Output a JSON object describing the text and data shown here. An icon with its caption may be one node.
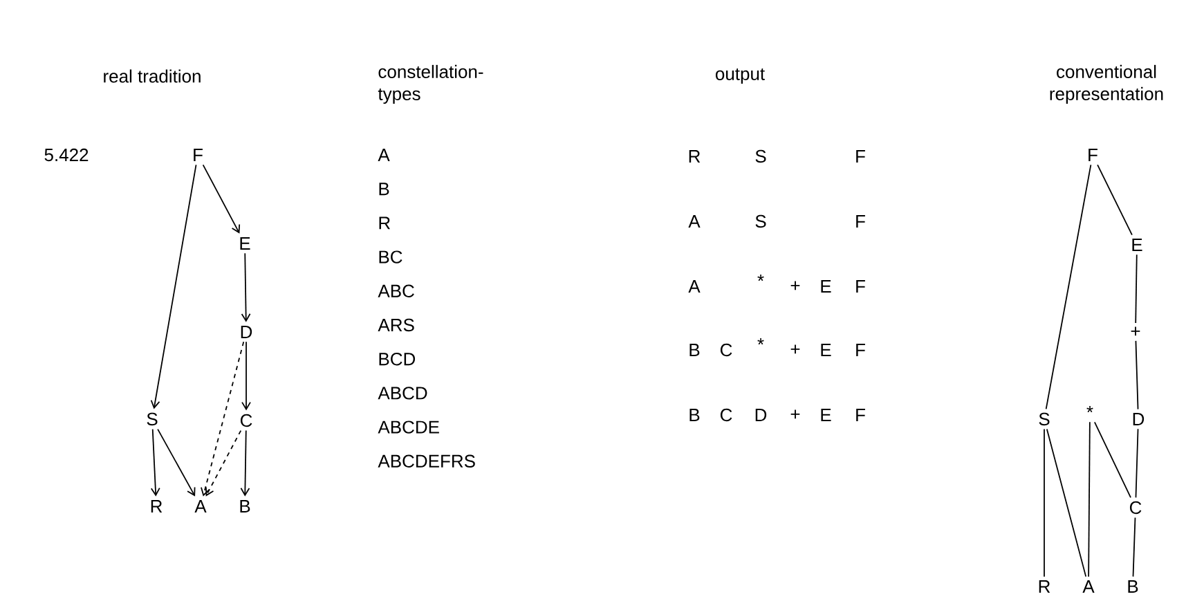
{
  "diagram": {
    "nodes": [
      {
        "text": [
          "F"
        ]
      },
      {
        "text": [
          "E"
        ]
      },
      {
        "text": [
          "D"
        ]
      },
      {
        "text": [
          "S"
        ]
      },
      {
        "text": [
          "C"
        ]
      },
      {
        "text": [
          "R"
        ]
      },
      {
        "text": [
          "A"
        ]
      },
      {
        "text": [
          "B"
        ]
      },
      {
        "text": [
          "F"
        ]
      },
      {
        "text": [
          "E"
        ]
      },
      {
        "text": [
          "+"
        ]
      },
      {
        "text": [
          "S"
        ]
      },
      {
        "text": [
          "*"
        ]
      },
      {
        "text": [
          "D"
        ]
      },
      {
        "text": [
          "C"
        ]
      },
      {
        "text": [
          "R"
        ]
      },
      {
        "text": [
          "A"
        ]
      },
      {
        "text": [
          "B"
        ]
      }
    ],
    "edges": [
      {
        "from": 0,
        "to": 3,
        "arrow": "to"
      },
      {
        "from": 0,
        "to": 1,
        "arrow": "to"
      },
      {
        "from": 1,
        "to": 2,
        "arrow": "to"
      },
      {
        "from": 2,
        "to": 4,
        "arrow": "to"
      },
      {
        "from": 2,
        "to": 6,
        "arrow": "to",
        "style": "dashed"
      },
      {
        "from": 3,
        "to": 5,
        "arrow": "to"
      },
      {
        "from": 3,
        "to": 6,
        "arrow": "to"
      },
      {
        "from": 4,
        "to": 6,
        "arrow": "to",
        "style": "dashed"
      },
      {
        "from": 4,
        "to": 7,
        "arrow": "to"
      },
      {
        "from": 8,
        "to": 11,
        "arrow": "none"
      },
      {
        "from": 8,
        "to": 9,
        "arrow": "none"
      },
      {
        "from": 9,
        "to": 10,
        "arrow": "none"
      },
      {
        "from": 10,
        "to": 13,
        "arrow": "none"
      },
      {
        "from": 11,
        "to": 15,
        "arrow": "none"
      },
      {
        "from": 11,
        "to": 16,
        "arrow": "none"
      },
      {
        "from": 12,
        "to": 16,
        "arrow": "none"
      },
      {
        "from": 12,
        "to": 14,
        "arrow": "none"
      },
      {
        "from": 13,
        "to": 14,
        "arrow": "none"
      },
      {
        "from": 14,
        "to": 17,
        "arrow": "none"
      }
    ],
    "labels": [
      "real tradition",
      "constellation-types",
      "output",
      "conventional representation",
      "5.422",
      "A",
      "B",
      "R",
      "BC",
      "ABC",
      "ARS",
      "BCD",
      "ABCD",
      "ABCDE",
      "ABCDEFRS",
      "R",
      "S",
      "F",
      "A",
      "S",
      "F",
      "A",
      "*",
      "+",
      "E",
      "F",
      "B",
      "C",
      "*",
      "+",
      "E",
      "F",
      "B",
      "C",
      "D",
      "+",
      "E",
      "F"
    ]
  }
}
